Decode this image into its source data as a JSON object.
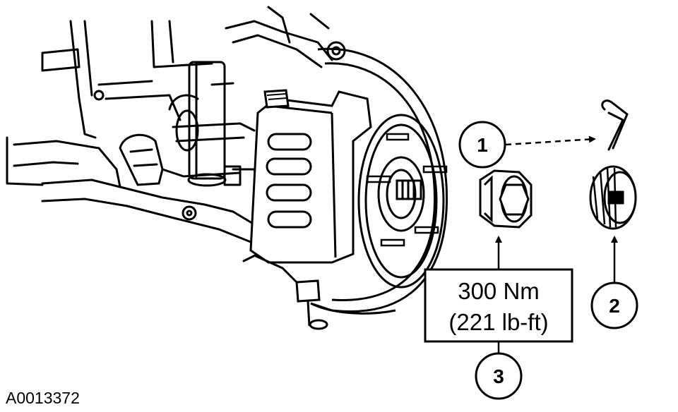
{
  "figure": {
    "figure_id": "A0013372"
  },
  "callouts": [
    {
      "number": "1",
      "part": "cotter-pin"
    },
    {
      "number": "2",
      "part": "nut-retainer"
    },
    {
      "number": "3",
      "part": "hub-nut"
    }
  ],
  "torque_spec": {
    "metric": "300 Nm",
    "imperial": "(221 lb-ft)"
  },
  "colors": {
    "ink": "#000000",
    "paper": "#ffffff"
  }
}
